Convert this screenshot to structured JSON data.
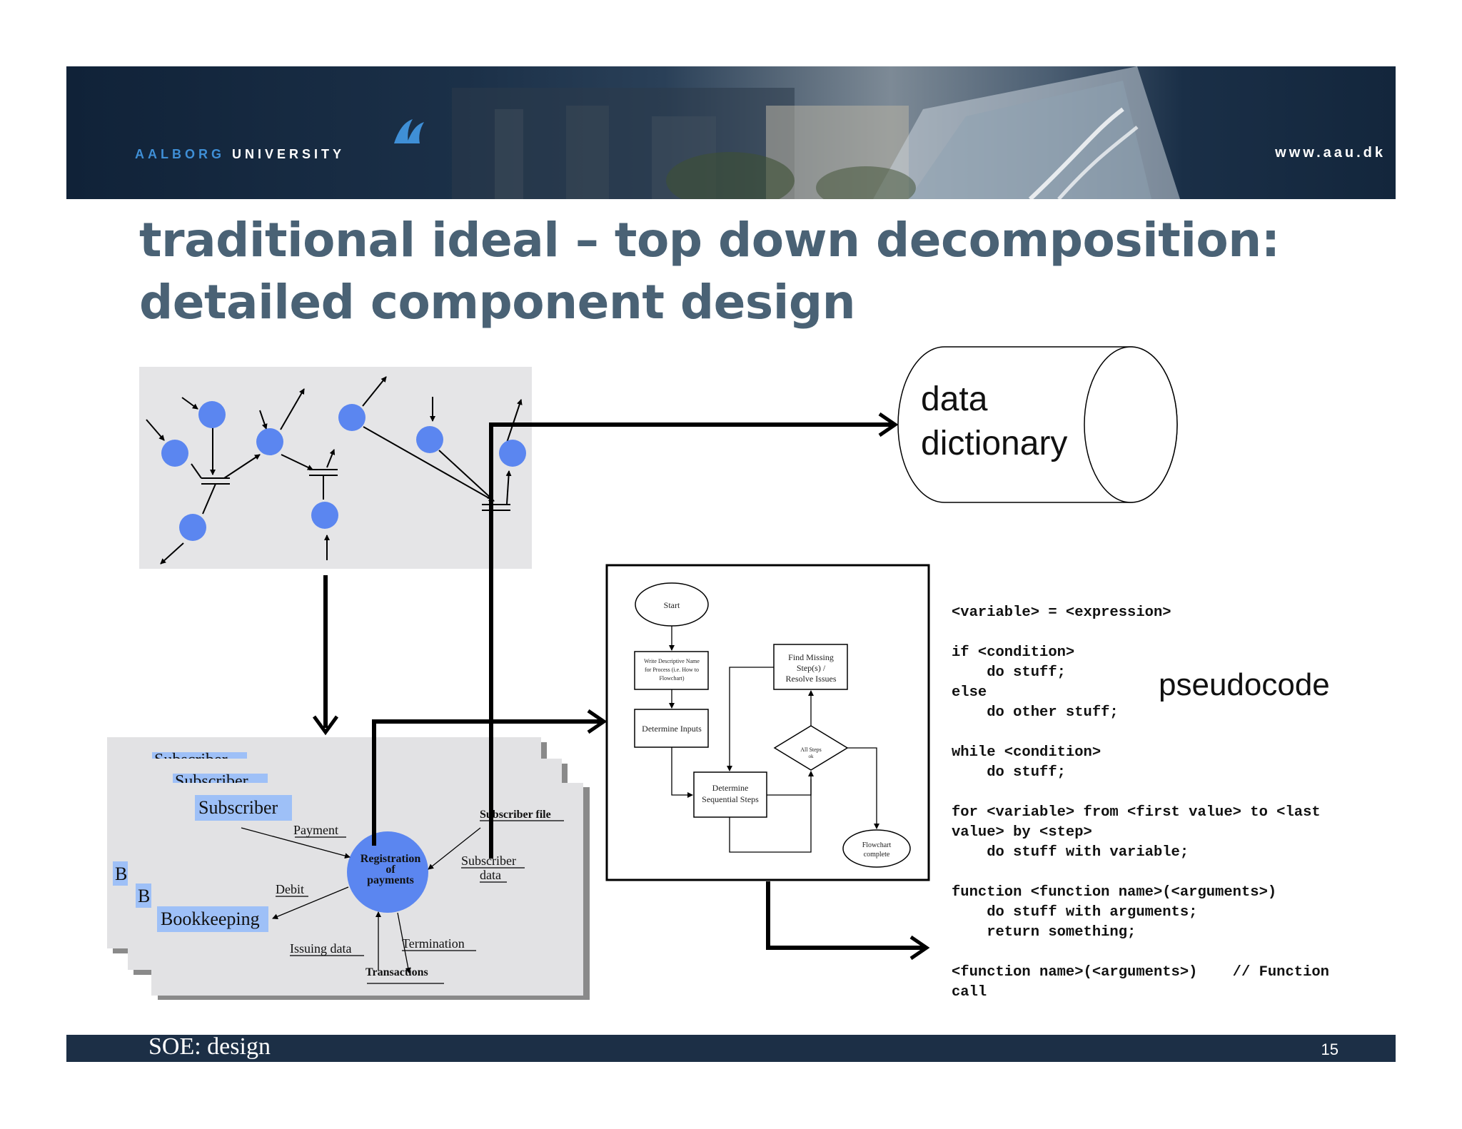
{
  "header": {
    "university_part1": "AALBORG",
    "university_part2": "UNIVERSITY",
    "url": "www.aau.dk"
  },
  "title": {
    "line1": "traditional ideal – top down decomposition:",
    "line2": "detailed component design"
  },
  "data_dictionary": {
    "line1": "data",
    "line2": "dictionary"
  },
  "dfd": {
    "back_box1_label": "Subscriber",
    "back_box2_label": "Subscriber",
    "back_left1": "B",
    "back_left2": "B",
    "subscriber": "Subscriber",
    "bookkeeping": "Bookkeeping",
    "process_line1": "Registration",
    "process_line2": "of",
    "process_line3": "payments",
    "payment": "Payment",
    "debit": "Debit",
    "issuing_data": "Issuing data",
    "termination": "Termination",
    "transactions": "Transactions",
    "subscriber_file": "Subscriber file",
    "subscriber_data_1": "Subscriber",
    "subscriber_data_2": "data"
  },
  "flowchart": {
    "start": "Start",
    "write_1": "Write Descriptive Name",
    "write_2": "for Process (i.e. How to",
    "write_3": "Flowchart)",
    "determine_inputs": "Determine Inputs",
    "find_1": "Find Missing",
    "find_2": "Step(s) /",
    "find_3": "Resolve Issues",
    "all_steps_1": "All Steps",
    "all_steps_2": "ok",
    "determine_seq_1": "Determine",
    "determine_seq_2": "Sequential Steps",
    "flowchart_1": "Flowchart",
    "flowchart_2": "complete"
  },
  "pseudocode": {
    "label": "pseudocode",
    "code": "<variable> = <expression>\n\nif <condition>\n    do stuff;\nelse\n    do other stuff;\n\nwhile <condition>\n    do stuff;\n\nfor <variable> from <first value> to <last\nvalue> by <step>\n    do stuff with variable;\n\nfunction <function name>(<arguments>)\n    do stuff with arguments;\n    return something;\n\n<function name>(<arguments>)    // Function\ncall"
  },
  "footer": {
    "text": "SOE: design",
    "page": "15"
  },
  "colors": {
    "title": "#4a6275",
    "banner": "#102238",
    "node_blue": "#5b86f0",
    "highlight_blue": "#9ec0f7"
  }
}
